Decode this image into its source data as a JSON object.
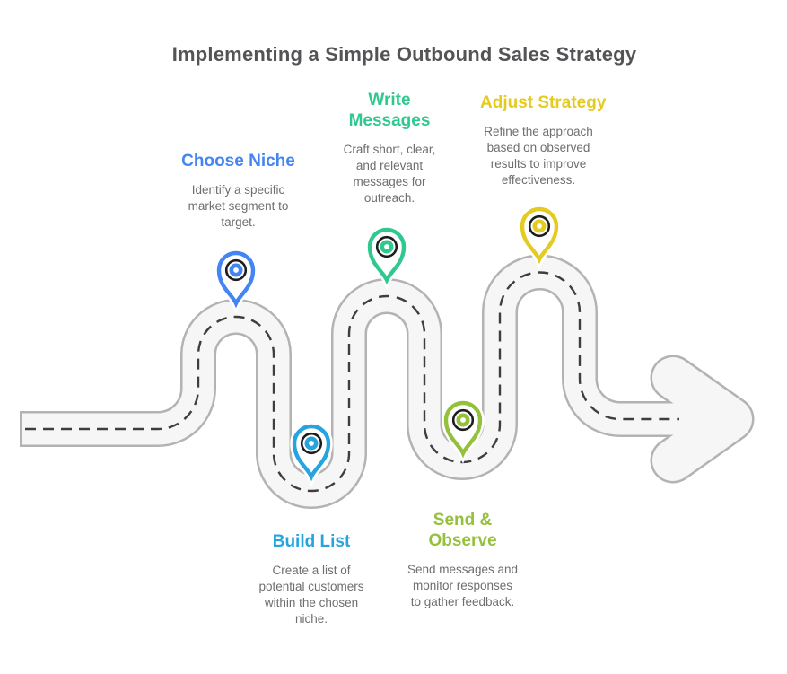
{
  "page": {
    "title": "Implementing a Simple Outbound Sales Strategy",
    "background": "#ffffff",
    "title_color": "#545457"
  },
  "road": {
    "fill": "#f6f6f6",
    "casing": "#b3b3b3",
    "dash": "#3e3e3e"
  },
  "pin": {
    "ring_color": "#1d1d1d",
    "fill": "#ffffff"
  },
  "milestones": [
    {
      "id": "choose-niche",
      "title": "Choose Niche",
      "description": "Identify a specific market segment to target.",
      "color": "#4484f3"
    },
    {
      "id": "build-list",
      "title": "Build List",
      "description": "Create a list of potential customers within the chosen niche.",
      "color": "#27a4de"
    },
    {
      "id": "write-messages",
      "title": "Write Messages",
      "description": "Craft short, clear, and relevant messages for outreach.",
      "color": "#2fc98f"
    },
    {
      "id": "send-observe",
      "title": "Send & Observe",
      "description": "Send messages and monitor responses to gather feedback.",
      "color": "#94c03c"
    },
    {
      "id": "adjust-strategy",
      "title": "Adjust Strategy",
      "description": "Refine the approach based on observed results to improve effectiveness.",
      "color": "#e5cb1f"
    }
  ]
}
